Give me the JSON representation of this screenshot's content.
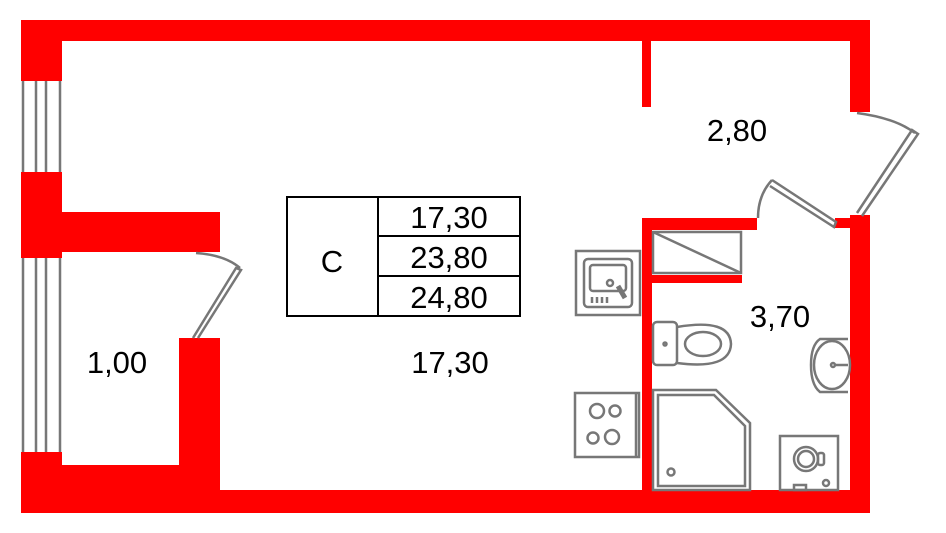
{
  "plan": {
    "apartment_type": "C",
    "areas_table": [
      "17,30",
      "23,80",
      "24,80"
    ],
    "rooms": {
      "living_room": "17,30",
      "hallway": "2,80",
      "bathroom": "3,70",
      "balcony": "1,00"
    }
  },
  "colors": {
    "wall": "#ff0000",
    "fixture": "#777777"
  }
}
